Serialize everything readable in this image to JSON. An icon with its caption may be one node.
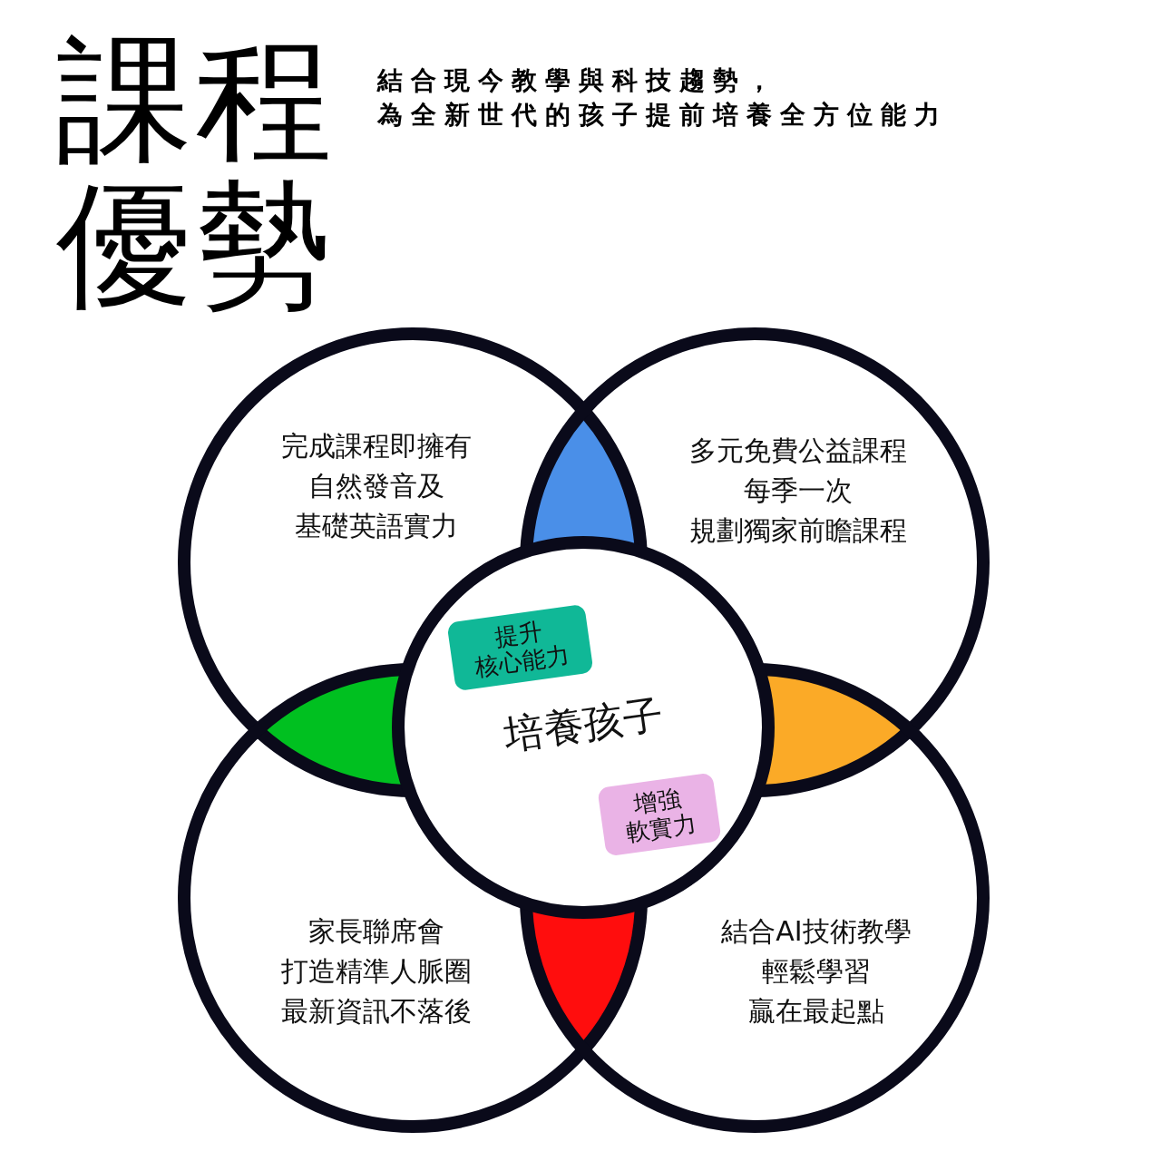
{
  "diagram": {
    "title": "課程優勢",
    "nodes": [
      {
        "text": [
          "完成課程即擁有自然發音及基礎英語實力"
        ]
      },
      {
        "text": [
          "多元免費公益課程每季一次規劃獨家前瞻課程"
        ]
      },
      {
        "text": [
          "家長聯席會打造精準人脈圈最新資訊不落後"
        ]
      },
      {
        "text": [
          "結合AI技術教學輕鬆學習贏在最起點"
        ]
      },
      {
        "text": [
          "培養孩子"
        ]
      },
      {
        "text": [
          "提升核心能力"
        ]
      },
      {
        "text": [
          "增強軟實力"
        ]
      }
    ],
    "edges": [],
    "labels": [
      "結合現今教學與科技趨勢，為全新世代的孩子提前培養全方位能力"
    ]
  }
}
